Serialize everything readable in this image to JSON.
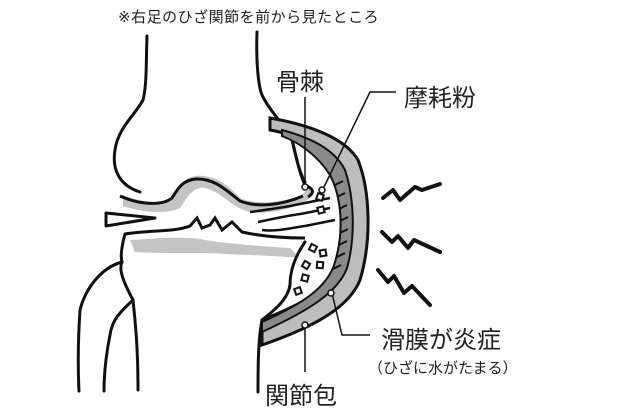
{
  "caption": "※右足のひざ関節を前から見たところ",
  "labels": {
    "osteophyte": "骨棘",
    "wear_debris": "摩耗粉",
    "synovitis": "滑膜が炎症",
    "synovitis_note": "（ひざに水がたまる）",
    "joint_capsule": "関節包"
  },
  "colors": {
    "line": "#111111",
    "cartilage": "#c4c4c4",
    "synovium": "#8a8a8a",
    "capsule": "#bdbdbd",
    "background": "#ffffff"
  }
}
